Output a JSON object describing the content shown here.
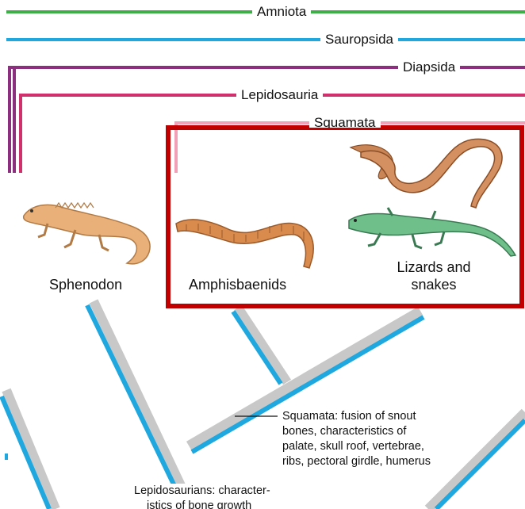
{
  "clades": {
    "amniota": "Amniota",
    "sauropsida": "Sauropsida",
    "diapsida": "Diapsida",
    "lepidosauria": "Lepidosauria",
    "squamata": "Squamata"
  },
  "taxa": {
    "sphenodon": "Sphenodon",
    "amphisbaenids": "Amphisbaenids",
    "lizards_line1": "Lizards and",
    "lizards_line2": "snakes"
  },
  "notes": {
    "squamata_l1": "Squamata: fusion of snout",
    "squamata_l2": "bones, characteristics of",
    "squamata_l3": "palate, skull roof, vertebrae,",
    "squamata_l4": "ribs, pectoral girdle, humerus",
    "lepido_l1": "Lepidosaurians: character-",
    "lepido_l2": "istics of bone growth"
  },
  "colors": {
    "amniota": "#3fae49",
    "sauropsida": "#1fa8e0",
    "diapsida": "#8b2f7e",
    "lepidosauria": "#d0306b",
    "squamata": "#f2a0b8",
    "highlight_box": "#c00000",
    "branch_blue": "#1fa8e0",
    "branch_gray": "#c8c8c8"
  }
}
